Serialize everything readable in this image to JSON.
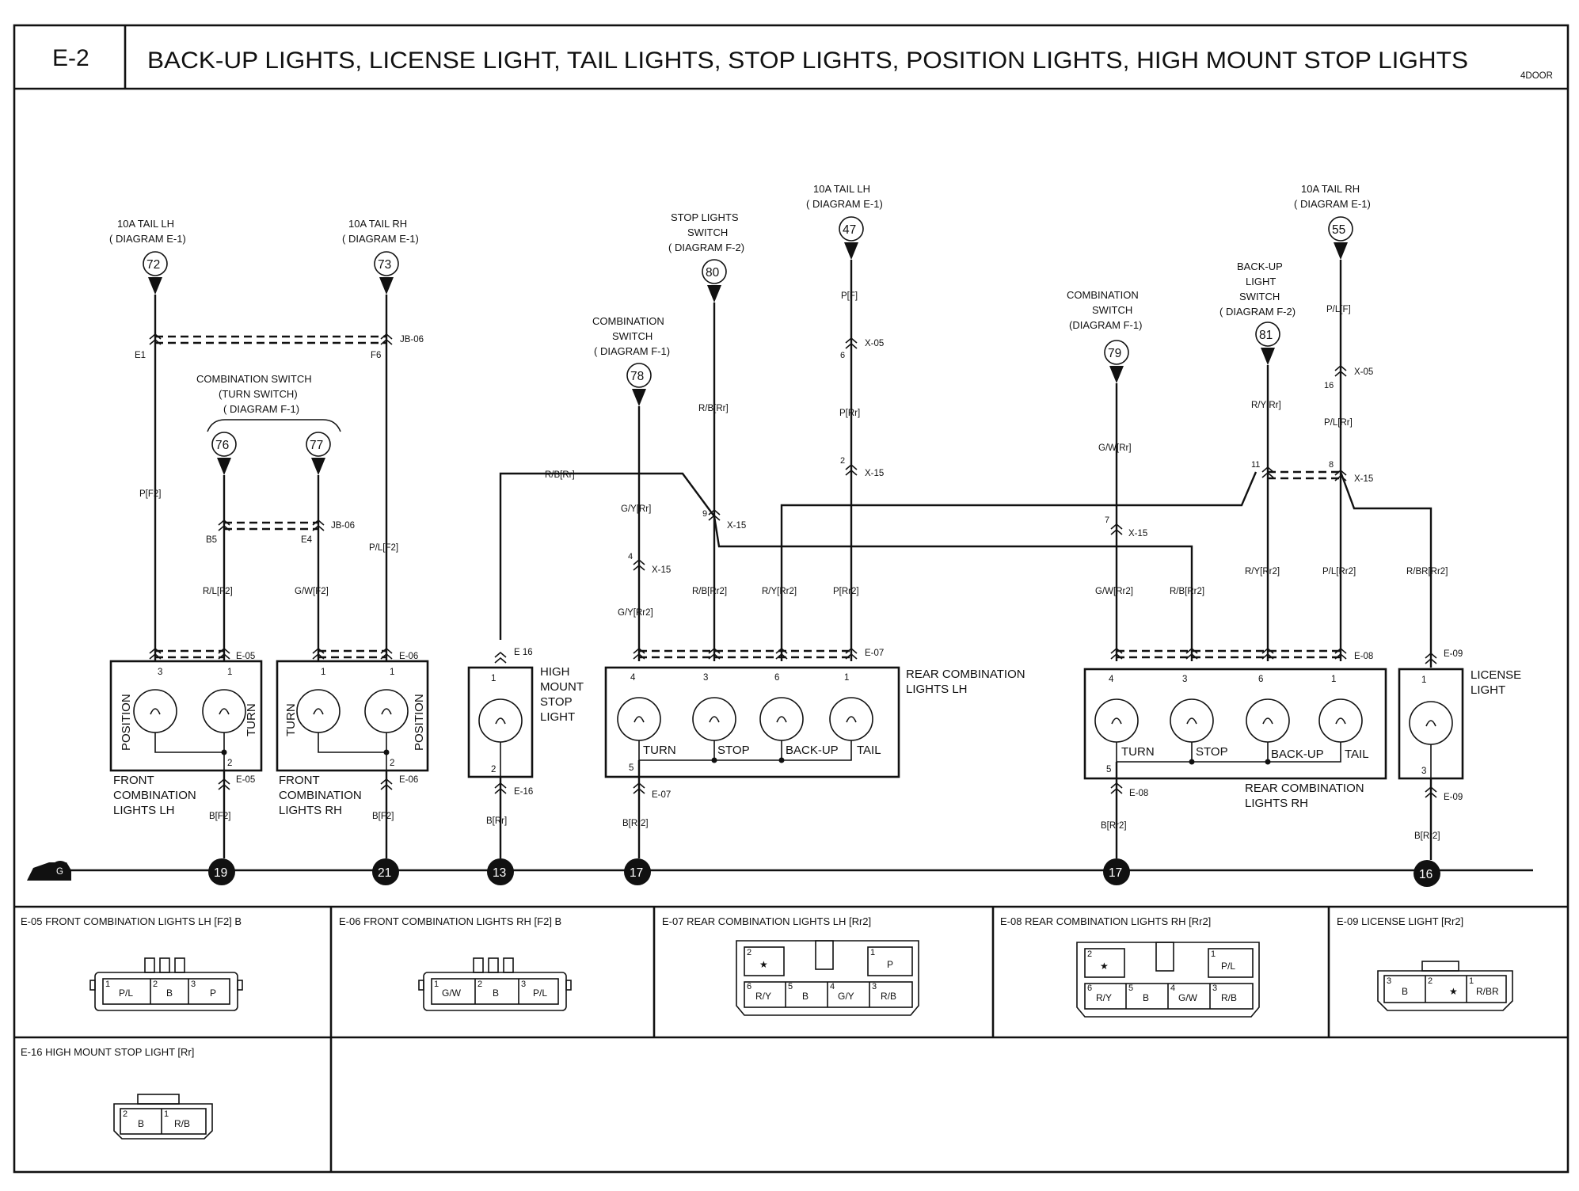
{
  "header": {
    "code": "E-2",
    "title": "BACK-UP LIGHTS, LICENSE LIGHT, TAIL LIGHTS, STOP LIGHTS, POSITION LIGHTS, HIGH MOUNT STOP LIGHTS",
    "variant": "4DOOR"
  },
  "sources": {
    "s72": {
      "num": "72",
      "l1": "10A TAIL LH",
      "l2": "( DIAGRAM E-1)"
    },
    "s73": {
      "num": "73",
      "l1": "10A TAIL RH",
      "l2": "( DIAGRAM E-1)"
    },
    "s76": {
      "num": "76"
    },
    "s77": {
      "num": "77"
    },
    "turn_sw": {
      "l1": "COMBINATION SWITCH",
      "l2": "(TURN SWITCH)",
      "l3": "( DIAGRAM F-1)"
    },
    "s78": {
      "num": "78",
      "l1": "COMBINATION",
      "l2": "SWITCH",
      "l3": "( DIAGRAM F-1)"
    },
    "s80": {
      "num": "80",
      "l1": "STOP LIGHTS",
      "l2": "SWITCH",
      "l3": "( DIAGRAM F-2)"
    },
    "s47": {
      "num": "47",
      "l1": "10A TAIL LH",
      "l2": "( DIAGRAM E-1)"
    },
    "s79": {
      "num": "79",
      "l1": "COMBINATION",
      "l2": "SWITCH",
      "l3": "(DIAGRAM F-1)"
    },
    "s81": {
      "num": "81",
      "l1": "BACK-UP",
      "l2": "LIGHT",
      "l3": "SWITCH",
      "l4": "( DIAGRAM F-2)"
    },
    "s55": {
      "num": "55",
      "l1": "10A TAIL RH",
      "l2": "( DIAGRAM E-1)"
    }
  },
  "connectors": {
    "e1": "E1",
    "f6": "F6",
    "jb06a": "JB-06",
    "b5": "B5",
    "e4": "E4",
    "jb06b": "JB-06",
    "x15_9": "X-15",
    "x15_4": "X-15",
    "x05_6": "X-05",
    "x15_2": "X-15",
    "x15_7": "X-15",
    "x05_16": "X-05",
    "x15_11_8": "X-15",
    "e05t": "E-05",
    "e05b": "E-05",
    "e06t": "E-06",
    "e06b": "E-06",
    "e16t": "E 16",
    "e16b": "E-16",
    "e07t": "E-07",
    "e07b": "E-07",
    "e08t": "E-08",
    "e08b": "E-08",
    "e09t": "E-09",
    "e09b": "E-09"
  },
  "pins": {
    "p9": "9",
    "p4": "4",
    "p6": "6",
    "p2": "2",
    "p7": "7",
    "p16": "16",
    "p11": "11",
    "p8": "8"
  },
  "wires": {
    "w_pf2": "P[F2]",
    "w_rlf2": "R/L[F2]",
    "w_gwf2": "G/W[F2]",
    "w_plf2": "P/L[F2]",
    "w_bf2a": "B[F2]",
    "w_bf2b": "B[F2]",
    "w_rbrr": "R/B[Rr]",
    "w_rbrr2": "R/B[Rr]",
    "w_gyrr": "G/Y[Rr]",
    "w_gyrr2": "G/Y[Rr2]",
    "w_rbrr2b": "R/B[Rr2]",
    "w_ryrr2a": "R/Y[Rr2]",
    "w_prr2": "P[Rr2]",
    "w_pf": "P[F]",
    "w_prr": "P[Rr]",
    "w_brr": "B[Rr]",
    "w_brr2a": "B[Rr2]",
    "w_gwrr": "G/W[Rr]",
    "w_gwrr2": "G/W[Rr2]",
    "w_rbrr2c": "R/B[Rr2]",
    "w_ryrr": "R/Y[Rr]",
    "w_ryrr2b": "R/Y[Rr2]",
    "w_plf": "P/L[F]",
    "w_plrr": "P/L[Rr]",
    "w_plrr2": "P/L[Rr2]",
    "w_rbrr2d": "R/BR[Rr2]",
    "w_brr2b": "B[Rr2]",
    "w_brr2c": "B[Rr2]"
  },
  "components": {
    "flh": {
      "name1": "FRONT",
      "name2": "COMBINATION",
      "name3": "LIGHTS LH",
      "lamp1": "POSITION",
      "lamp2": "TURN",
      "pa": "3",
      "pb": "1",
      "pc": "2"
    },
    "frh": {
      "name1": "FRONT",
      "name2": "COMBINATION",
      "name3": "LIGHTS RH",
      "lamp1": "TURN",
      "lamp2": "POSITION",
      "pa": "1",
      "pb": "1",
      "pc": "2"
    },
    "hmsl": {
      "name1": "HIGH",
      "name2": "MOUNT",
      "name3": "STOP",
      "name4": "LIGHT",
      "pa": "1",
      "pc": "2"
    },
    "rlh": {
      "name1": "REAR COMBINATION",
      "name2": "LIGHTS LH",
      "l1": "TURN",
      "l2": "STOP",
      "l3": "BACK-UP",
      "l4": "TAIL",
      "p1": "4",
      "p2": "3",
      "p3": "6",
      "p4": "1",
      "p5": "5"
    },
    "rrh": {
      "name1": "REAR COMBINATION",
      "name2": "LIGHTS RH",
      "l1": "TURN",
      "l2": "STOP",
      "l3": "BACK-UP",
      "l4": "TAIL",
      "p1": "4",
      "p2": "3",
      "p3": "6",
      "p4": "1",
      "p5": "5"
    },
    "lic": {
      "name1": "LICENSE",
      "name2": "LIGHT",
      "pa": "1",
      "pc": "3"
    }
  },
  "grounds": {
    "g": "G",
    "g19": "19",
    "g21": "21",
    "g13": "13",
    "g17a": "17",
    "g17b": "17",
    "g16": "16"
  },
  "legend": {
    "e05": {
      "title": "E-05 FRONT COMBINATION LIGHTS LH [F2] B",
      "n1": "1",
      "c1": "P/L",
      "n2": "2",
      "c2": "B",
      "n3": "3",
      "c3": "P"
    },
    "e06": {
      "title": "E-06 FRONT COMBINATION LIGHTS RH [F2] B",
      "n1": "1",
      "c1": "G/W",
      "n2": "2",
      "c2": "B",
      "n3": "3",
      "c3": "P/L"
    },
    "e07": {
      "title": "E-07 REAR COMBINATION LIGHTS LH [Rr2]",
      "n2": "2",
      "star": "★",
      "n1": "1",
      "p": "P",
      "n6": "6",
      "c6": "R/Y",
      "n5": "5",
      "c5": "B",
      "n4": "4",
      "c4": "G/Y",
      "n3": "3",
      "c3": "R/B"
    },
    "e08": {
      "title": "E-08 REAR COMBINATION LIGHTS RH [Rr2]",
      "n2": "2",
      "star": "★",
      "n1": "1",
      "p": "P/L",
      "n6": "6",
      "c6": "R/Y",
      "n5": "5",
      "c5": "B",
      "n4": "4",
      "c4": "G/W",
      "n3": "3",
      "c3": "R/B"
    },
    "e09": {
      "title": "E-09 LICENSE LIGHT [Rr2]",
      "n3": "3",
      "c3": "B",
      "n2": "2",
      "star": "★",
      "n1": "1",
      "c1": "R/BR"
    },
    "e16": {
      "title": "E-16 HIGH MOUNT STOP LIGHT [Rr]",
      "n2": "2",
      "c2": "B",
      "n1": "1",
      "c1": "R/B"
    }
  }
}
